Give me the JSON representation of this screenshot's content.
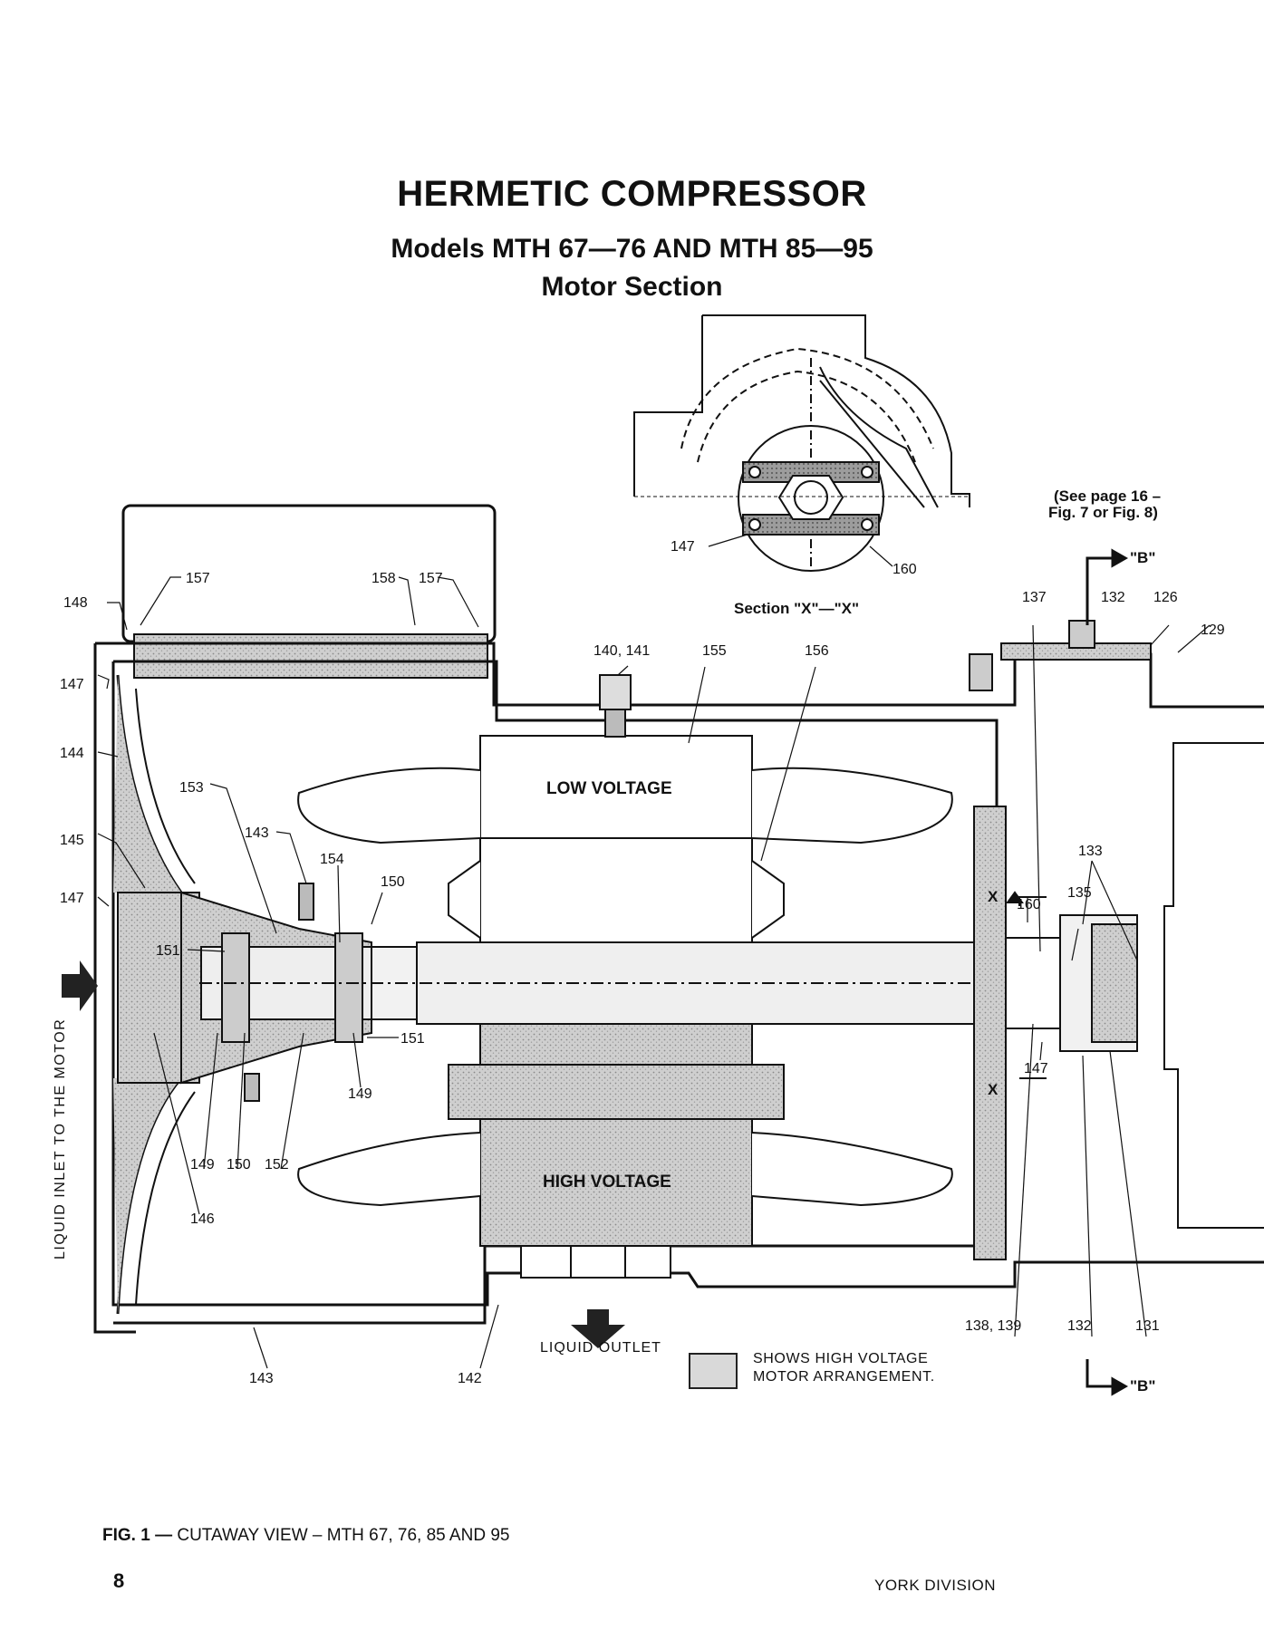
{
  "header": {
    "title": "HERMETIC COMPRESSOR",
    "subtitle": "Models MTH 67—76 AND MTH 85—95",
    "section": "Motor Section"
  },
  "diagram": {
    "section_view_label": "Section \"X\"—\"X\"",
    "see_page_line1": "(See page 16 –",
    "see_page_line2": "Fig. 7 or Fig. 8)",
    "b_label": "\"B\"",
    "x_label": "X",
    "low_voltage": "LOW VOLTAGE",
    "high_voltage": "HIGH VOLTAGE",
    "liquid_inlet": "LIQUID INLET TO THE MOTOR",
    "liquid_outlet": "LIQUID OUTLET",
    "callouts": {
      "c126": "126",
      "c129": "129",
      "c131": "131",
      "c132": "132",
      "c132b": "132",
      "c133": "133",
      "c135": "135",
      "c137": "137",
      "c138_139": "138, 139",
      "c140_141": "140, 141",
      "c142": "142",
      "c143a": "143",
      "c143b": "143",
      "c144": "144",
      "c145": "145",
      "c146": "146",
      "c147a": "147",
      "c147b": "147",
      "c147c": "147",
      "c147d": "147",
      "c148": "148",
      "c149a": "149",
      "c149b": "149",
      "c150a": "150",
      "c150b": "150",
      "c151a": "151",
      "c151b": "151",
      "c152": "152",
      "c153": "153",
      "c154": "154",
      "c155": "155",
      "c156": "156",
      "c157a": "157",
      "c157b": "157",
      "c158": "158",
      "c160a": "160",
      "c160b": "160"
    }
  },
  "legend": {
    "line1": "SHOWS HIGH VOLTAGE",
    "line2": "MOTOR ARRANGEMENT.",
    "swatch_color": "#d9d9d9"
  },
  "caption": {
    "fig": "FIG. 1 —",
    "text": "CUTAWAY VIEW – MTH 67, 76, 85 AND 95"
  },
  "page_number": "8",
  "footer": "YORK DIVISION"
}
